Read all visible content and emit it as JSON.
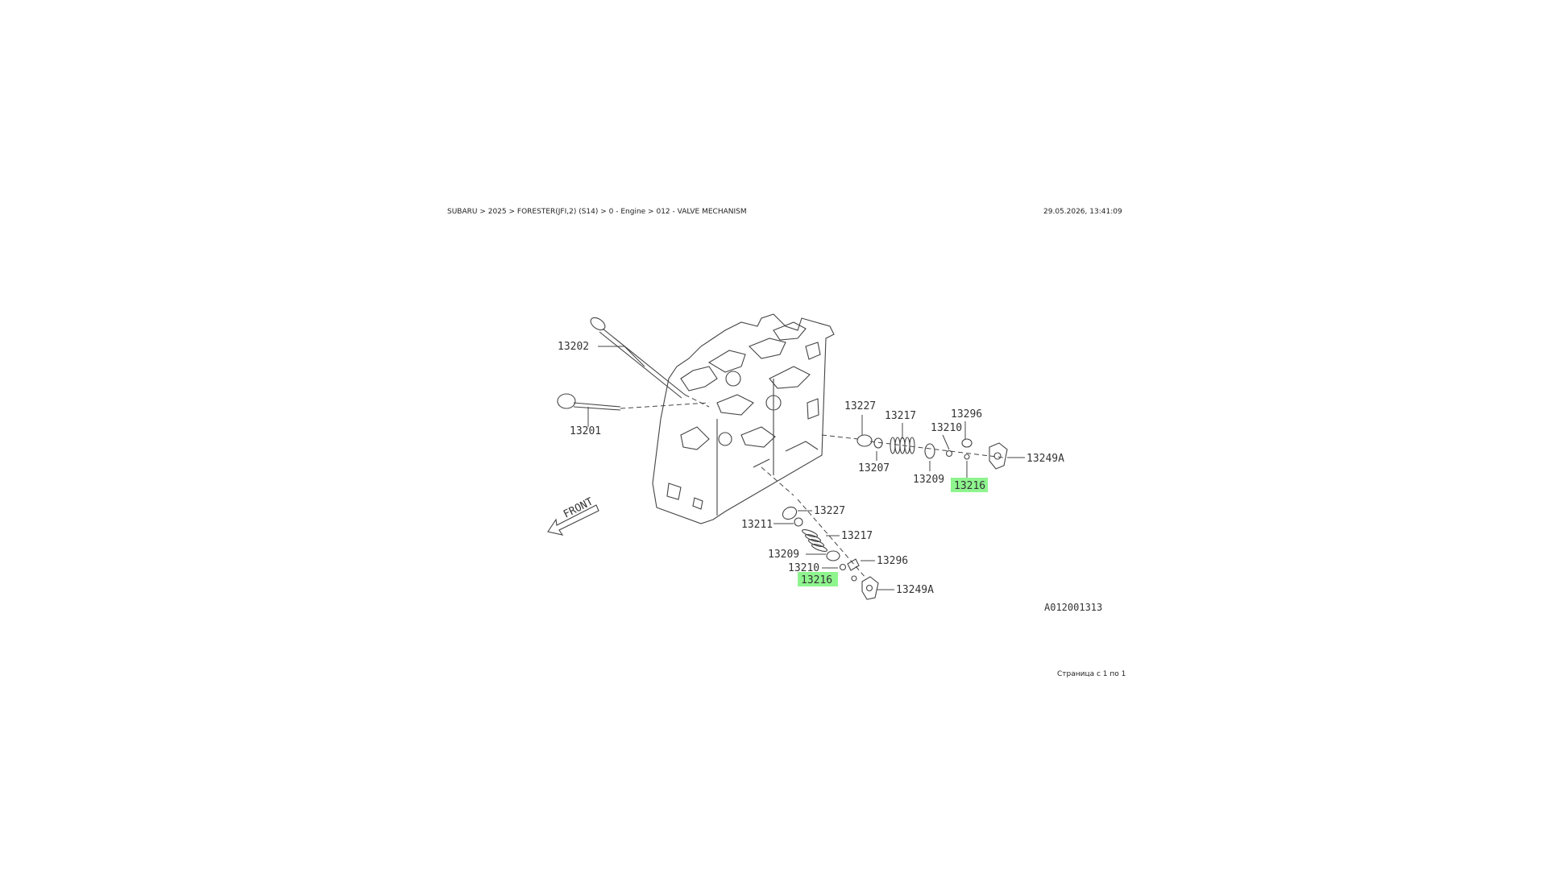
{
  "header": {
    "breadcrumb": "SUBARU > 2025 > FORESTER(JFI,2) (S14) > 0 - Engine > 012 - VALVE MECHANISM",
    "timestamp": "29.05.2026, 13:41:09"
  },
  "diagram": {
    "front_label": "FRONT",
    "figure_code": "A012001313",
    "highlight_color": "#8ef58e",
    "callouts": {
      "p13202": "13202",
      "p13201": "13201",
      "p13227_top": "13227",
      "p13217_top": "13217",
      "p13296_top": "13296",
      "p13210_top": "13210",
      "p13207": "13207",
      "p13209_top": "13209",
      "p13249a_top": "13249A",
      "p13216_top": "13216",
      "p13227_bottom": "13227",
      "p13211": "13211",
      "p13217_bottom": "13217",
      "p13209_bottom": "13209",
      "p13296_bottom": "13296",
      "p13210_bottom": "13210",
      "p13216_bottom": "13216",
      "p13249a_bottom": "13249A"
    }
  },
  "footer": {
    "page_info": "Страница с 1 по 1"
  }
}
